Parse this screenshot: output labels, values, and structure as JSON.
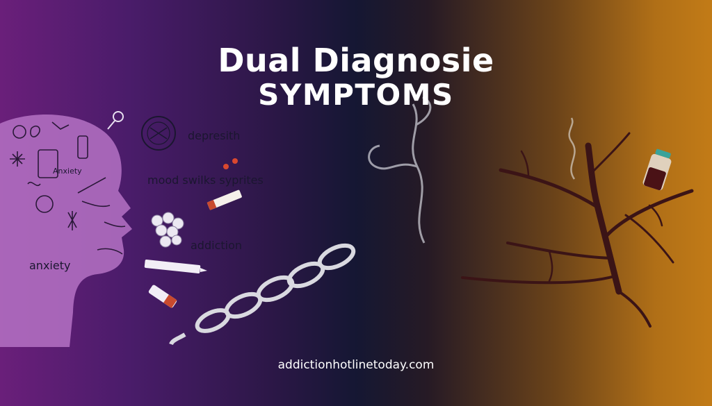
{
  "title": {
    "line1": "Dual Diagnosie",
    "line2": "SYMPTOMS"
  },
  "labels": {
    "depression": "depresith",
    "mood": "mood swilks syprites",
    "addiction": "addiction",
    "anxiety_small": "Anxiety",
    "anxiety": "anxiety"
  },
  "footer": "addictionhotlinetoday.com",
  "colors": {
    "bg_left": "#6a1f7a",
    "bg_mid": "#151733",
    "bg_right": "#c27b17",
    "head": "#b572c4",
    "chain": "#d9d9e0",
    "tree": "#3b1416"
  }
}
